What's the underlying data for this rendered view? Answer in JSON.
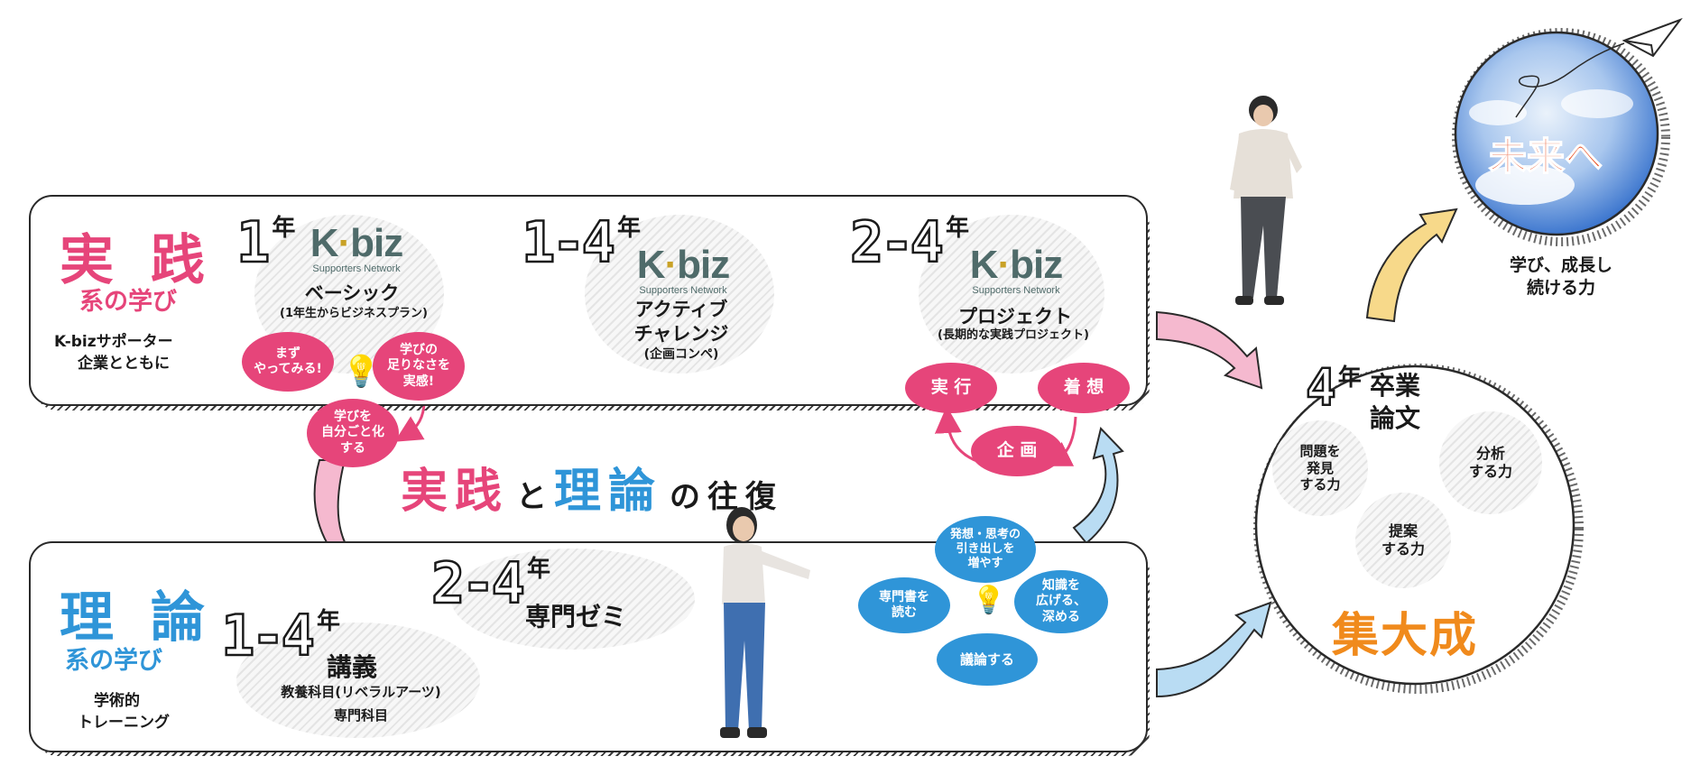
{
  "colors": {
    "practice": "#e6457a",
    "theory": "#2f95d8",
    "culmination": "#f08a1c",
    "arrow_pink": "#f5b9cf",
    "arrow_blue": "#b9dcf3",
    "arrow_yellow": "#f7d98a",
    "sky": "#5d8fd8"
  },
  "practice": {
    "title": "実 践",
    "subtitle": "系の学び",
    "desc_line1": "K-bizサポーター",
    "desc_line2": "企業とともに",
    "logo_text": "K",
    "logo_text2": "biz",
    "logo_sub": "Supporters Network",
    "steps": [
      {
        "year": "1",
        "year_unit": "年",
        "name": "ベーシック",
        "note": "(1年生からビジネスプラン)"
      },
      {
        "year": "1-4",
        "year_unit": "年",
        "name": "アクティブ",
        "name2": "チャレンジ",
        "note": "(企画コンペ)"
      },
      {
        "year": "2-4",
        "year_unit": "年",
        "name": "プロジェクト",
        "note": "(長期的な実践プロジェクト)"
      }
    ],
    "cycle1": {
      "a": "まず\nやってみる!",
      "b": "学びの\n足りなさを\n実感!",
      "c": "学びを\n自分ごと化\nする"
    },
    "cycle2": {
      "a": "実 行",
      "b": "着 想",
      "c": "企 画"
    }
  },
  "round_trip": {
    "w1": "実践",
    "p1": "と",
    "w2": "理論",
    "p2": "の往復"
  },
  "theory": {
    "title": "理 論",
    "subtitle": "系の学び",
    "desc_line1": "学術的",
    "desc_line2": "トレーニング",
    "lecture": {
      "year": "1-4",
      "year_unit": "年",
      "name": "講義",
      "line1": "教養科目(リベラルアーツ)",
      "line2": "専門科目"
    },
    "seminar": {
      "year": "2-4",
      "year_unit": "年",
      "name": "専門ゼミ"
    },
    "cycle": {
      "top": "発想・思考の\n引き出しを\n増やす",
      "left": "専門書を\n読む",
      "right": "知識を\n広げる、\n深める",
      "bottom": "議論する"
    }
  },
  "culmination": {
    "year": "4",
    "year_unit": "年",
    "name1": "卒業",
    "name2": "論文",
    "skills": [
      {
        "label": "問題を\n発見\nする力"
      },
      {
        "label": "分析\nする力"
      },
      {
        "label": "提案\nする力"
      }
    ],
    "big": "集大成"
  },
  "future": {
    "label": "未来へ",
    "caption1": "学び、成長し",
    "caption2": "続ける力"
  }
}
